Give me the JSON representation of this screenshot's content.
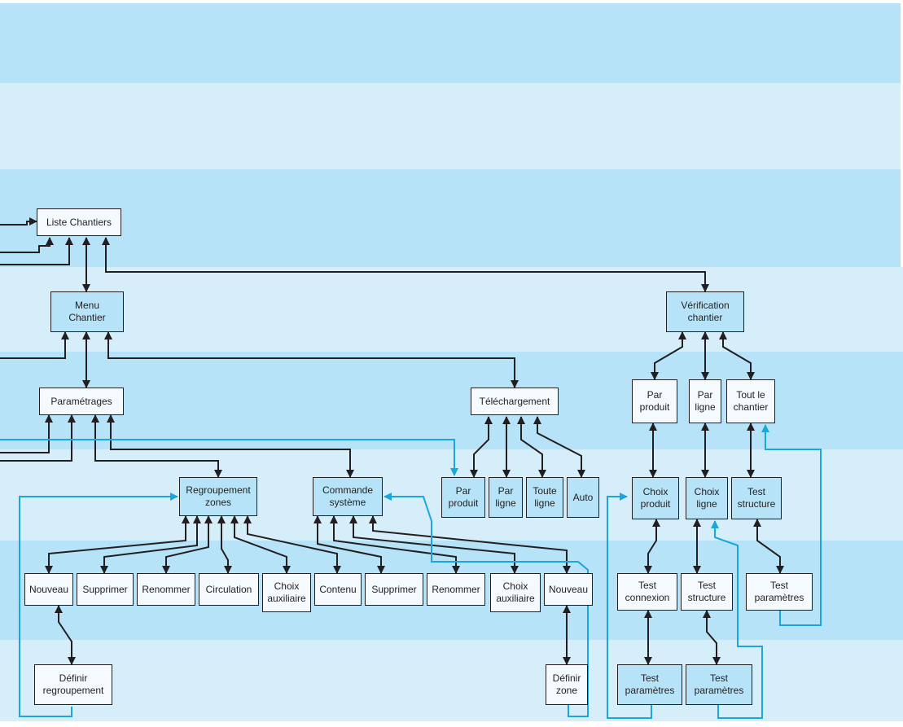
{
  "colors": {
    "band_dark": "#b6e3f8",
    "band_light": "#d6edfa",
    "node_white": "#f4fafe",
    "node_blue": "#b6e3f8",
    "line_dark": "#231f20",
    "line_blue": "#1ba6dc"
  },
  "nodes": {
    "liste_chantiers": "Liste Chantiers",
    "menu_chantier": "Menu\nChantier",
    "parametrages": "Paramétrages",
    "telechargement": "Téléchargement",
    "dl_par_produit": "Par\nproduit",
    "dl_par_ligne": "Par\nligne",
    "dl_toute_ligne": "Toute\nligne",
    "dl_auto": "Auto",
    "regroupement_zones": "Regroupement\nzones",
    "commande_systeme": "Commande\nsystème",
    "rz_nouveau": "Nouveau",
    "rz_supprimer": "Supprimer",
    "rz_renommer": "Renommer",
    "rz_circulation": "Circulation",
    "rz_choix_auxiliaire": "Choix\nauxiliaire",
    "rz_contenu": "Contenu",
    "cs_supprimer": "Supprimer",
    "cs_renommer": "Renommer",
    "cs_choix_auxiliaire": "Choix\nauxiliaire",
    "cs_nouveau": "Nouveau",
    "definir_regroupement": "Définir\nregroupement",
    "definir_zone": "Définir\nzone",
    "verification_chantier": "Vérification\nchantier",
    "vc_par_produit": "Par\nproduit",
    "vc_par_ligne": "Par\nligne",
    "vc_tout_chantier": "Tout le\nchantier",
    "choix_produit": "Choix\nproduit",
    "choix_ligne": "Choix\nligne",
    "test_structure_top": "Test\nstructure",
    "test_connexion": "Test\nconnexion",
    "test_structure": "Test\nstructure",
    "test_parametres_right": "Test\nparamètres",
    "test_parametres_1": "Test\nparamètres",
    "test_parametres_2": "Test\nparamètres"
  }
}
